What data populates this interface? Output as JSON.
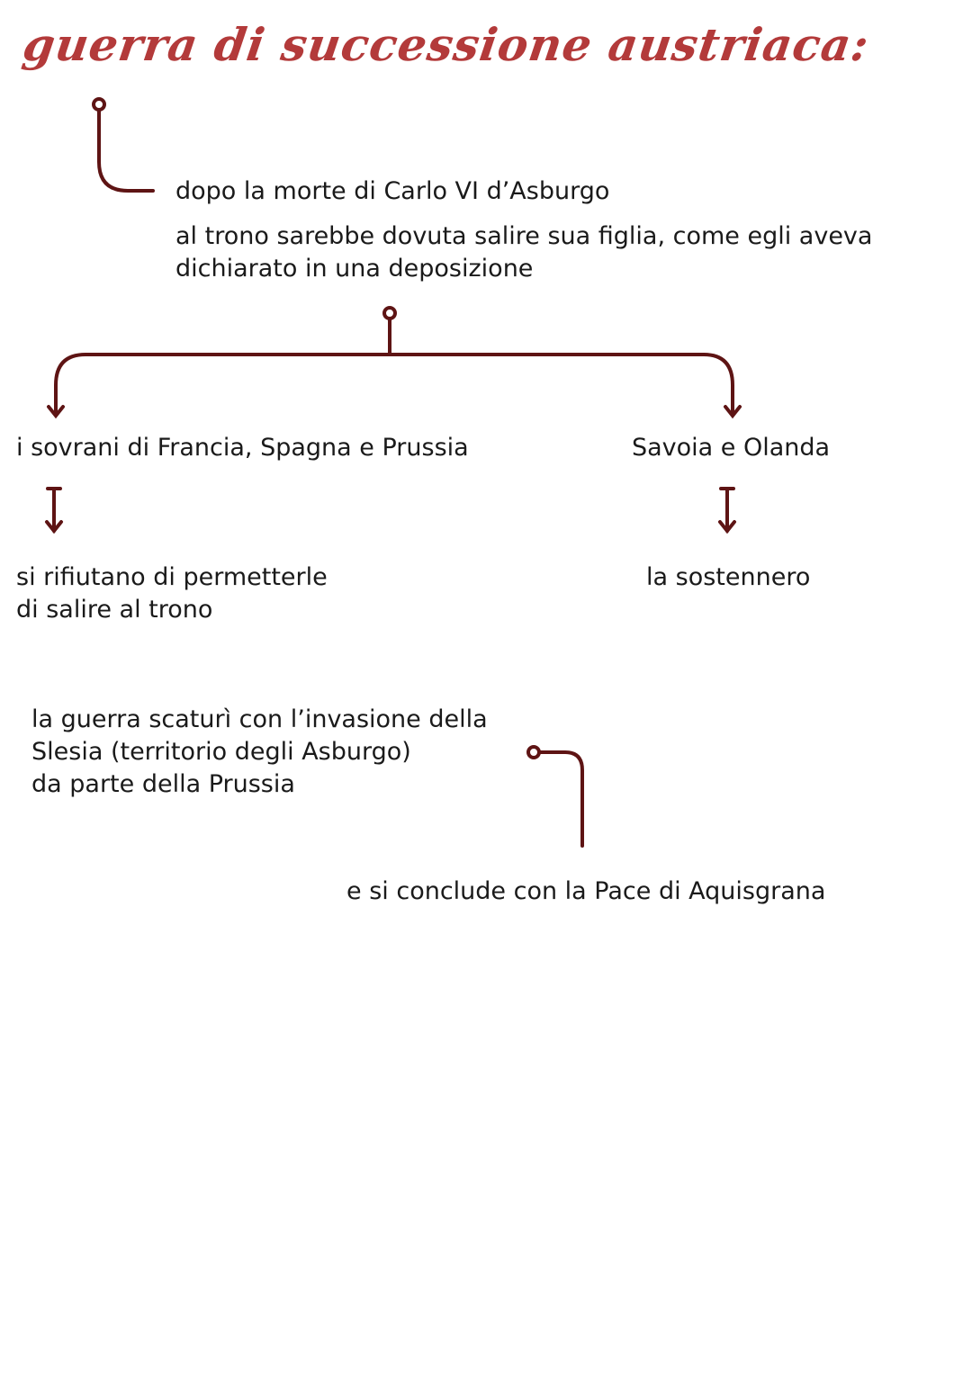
{
  "title": "guerra di successione austriaca:",
  "colors": {
    "title": "#b33a3a",
    "connector": "#5e1414",
    "text": "#1a1a1a"
  },
  "nodes": {
    "cause": "dopo la morte di Carlo VI d’Asburgo",
    "heir": "al trono sarebbe dovuta salire sua figlia, come egli aveva\ndichiarato in una deposizione",
    "left_branch": "i sovrani di Francia, Spagna e Prussia",
    "left_result": "si rifiutano di permetterle\ndi salire al trono",
    "right_branch": "Savoia e Olanda",
    "right_result": "la sostennero",
    "war_start": "la guerra scaturì con l’invasione della\nSlesia (territorio degli Asburgo)\nda parte della Prussia",
    "war_end": "e si conclude con la Pace di Aquisgrana"
  }
}
